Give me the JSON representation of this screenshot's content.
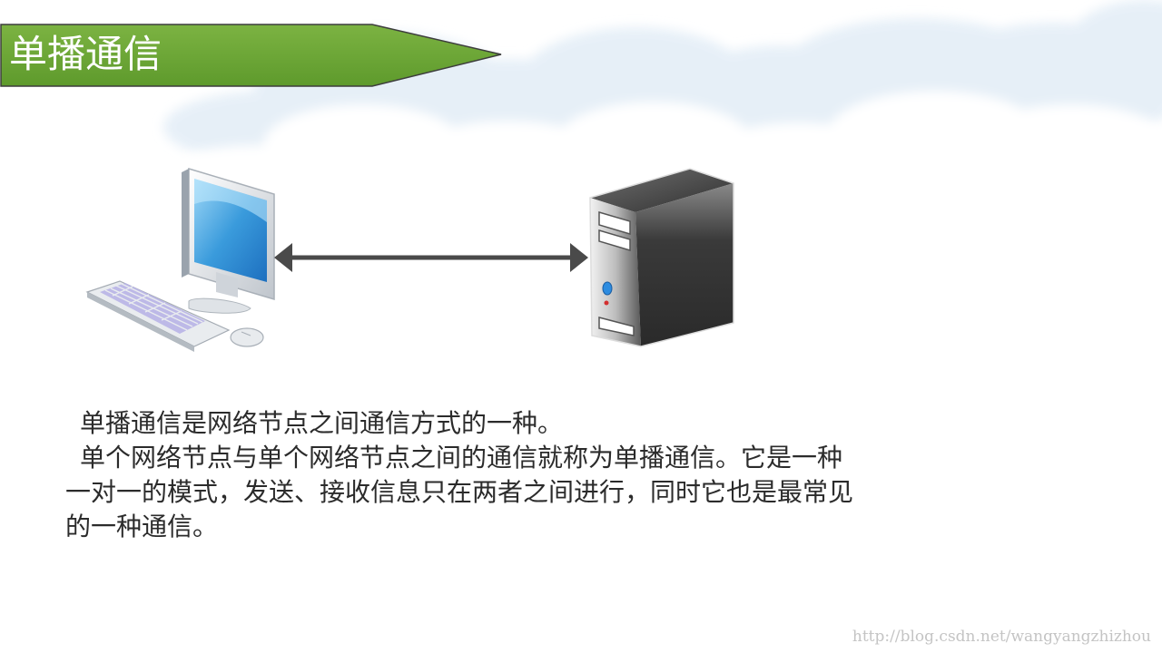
{
  "slide": {
    "title": "单播通信",
    "paragraphs": [
      "单播通信是网络节点之间通信方式的一种。",
      "单个网络节点与单个网络节点之间的通信就称为单播通信。它是一种一对一的模式，发送、接收信息只在两者之间进行，同时它也是最常见的一种通信。"
    ],
    "watermark": "http://blog.csdn.net/wangyangzhizhou"
  },
  "diagram": {
    "left_node_icon": "desktop-computer-icon",
    "right_node_icon": "server-tower-icon",
    "link": "double-headed-arrow"
  },
  "colors": {
    "banner_green": "#6aa232",
    "banner_green_dark": "#4e7e22",
    "text": "#2b2b2b",
    "arrow": "#4a4a4a",
    "watermark": "#c4c4c4"
  }
}
